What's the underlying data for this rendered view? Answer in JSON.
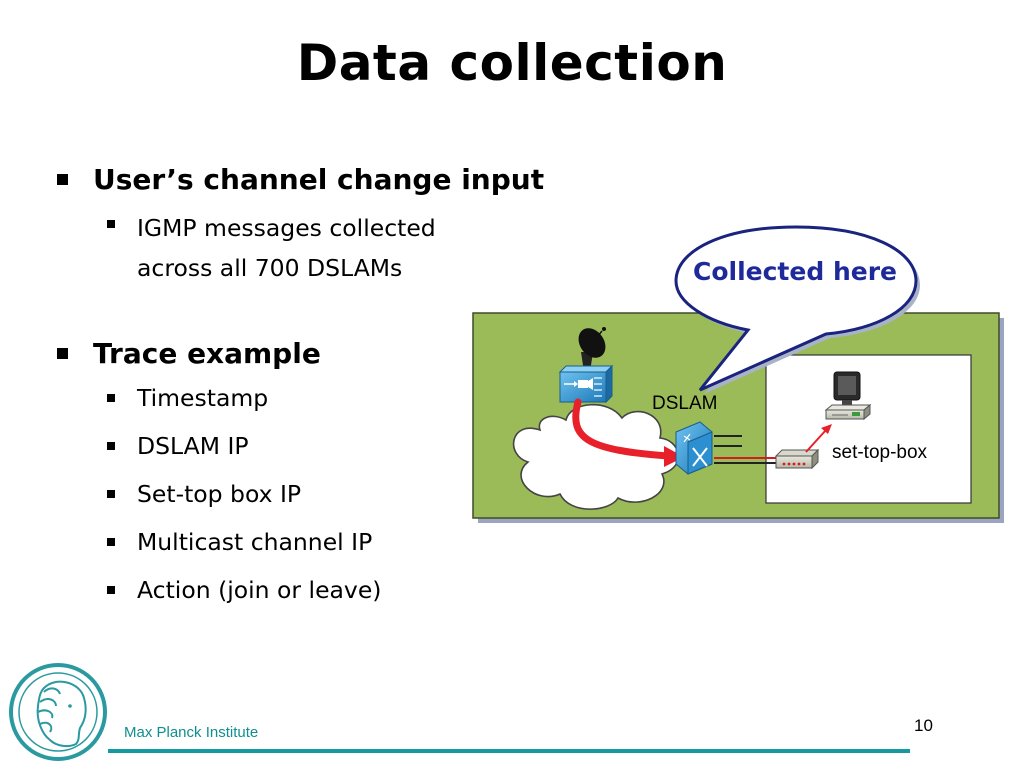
{
  "slide": {
    "title": "Data collection",
    "page_number": "10"
  },
  "bullets": [
    {
      "text": "User’s channel change input",
      "sub": [
        "IGMP messages collected",
        "across all 700 DSLAMs"
      ]
    },
    {
      "text": "Trace example",
      "sub": [
        "Timestamp",
        "DSLAM IP",
        "Set-top box IP",
        "Multicast channel IP",
        "Action (join or leave)"
      ]
    }
  ],
  "diagram": {
    "callout": "Collected here",
    "dslam_label": "DSLAM",
    "set_top_box_label": "set-top-box",
    "colors": {
      "panel_fill": "#9bbb59",
      "callout_text": "#1f2a9a",
      "arrow": "#e8202a",
      "device_blue": "#2b8fd0"
    }
  },
  "footer": {
    "institute": "Max Planck Institute",
    "accent_color": "#159aa0"
  }
}
